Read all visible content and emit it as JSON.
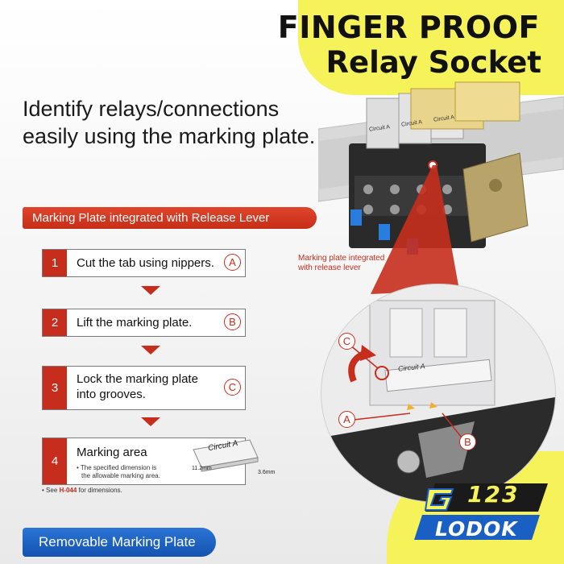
{
  "header": {
    "title_line1": "FINGER PROOF",
    "title_line2": "Relay Socket"
  },
  "headline": {
    "line1": "Identify relays/connections",
    "line2": "easily using the marking plate."
  },
  "section_bar": "Marking Plate integrated with Release Lever",
  "steps": [
    {
      "num": "1",
      "text": "Cut the tab using nippers.",
      "marker": "A"
    },
    {
      "num": "2",
      "text": "Lift the marking plate.",
      "marker": "B"
    },
    {
      "num": "3",
      "line1": "Lock the marking plate",
      "line2": "into grooves.",
      "marker": "C"
    },
    {
      "num": "4",
      "title": "Marking area",
      "note1": "The specified dimension is",
      "note2": "the allowable marking area.",
      "dim_w": "11.2mm",
      "dim_h": "3.6mm",
      "plate_label": "Circuit A"
    }
  ],
  "footnote_prefix": "See ",
  "footnote_link": "H-044",
  "footnote_suffix": " for dimensions.",
  "callout": {
    "line1": "Marking plate integrated",
    "line2": "with release lever"
  },
  "zoom": {
    "label_c": "C",
    "label_a": "A",
    "label_b": "B",
    "plate_text": "Circuit A"
  },
  "socket_labels": [
    "Circuit A",
    "Circuit A",
    "Circuit A"
  ],
  "bottom_button": "Removable Marking Plate",
  "logo": {
    "number": "123",
    "word": "LODOK"
  },
  "colors": {
    "accent_red": "#c62d1d",
    "yellow": "#f6f25a",
    "blue": "#1a5fc4"
  }
}
